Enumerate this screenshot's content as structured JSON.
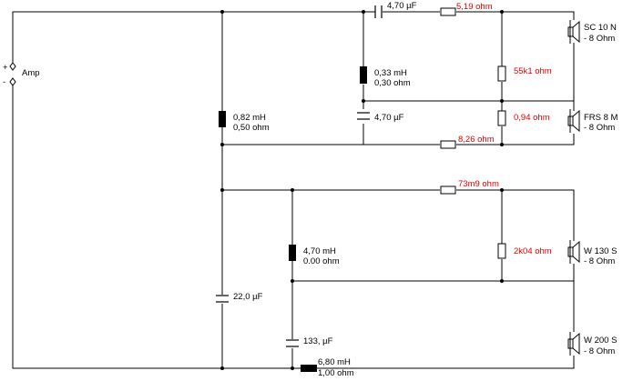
{
  "colors": {
    "wire": "#000000",
    "label": "#000000",
    "accent_value": "#e00000",
    "background": "#ffffff"
  },
  "source": {
    "name": "Amp",
    "plus": "+",
    "minus": "-"
  },
  "components": {
    "c_tweeter_series": "4,70 µF",
    "r_tweeter_series": "5,19 ohm",
    "l_tweeter_shunt": [
      "0,33 mH",
      "0,30 ohm"
    ],
    "r_tweeter_shunt": "55k1 ohm",
    "c_mid_shunt": "4,70 µF",
    "r_mid_shunt": "0,94 ohm",
    "r_mid_series": "8,26 ohm",
    "l_main": [
      "0,82 mH",
      "0,50 ohm"
    ],
    "r_woofer_series": "73m9 ohm",
    "l_woofer_shunt": [
      "4,70 mH",
      "0.00 ohm"
    ],
    "r_woofer_shunt": "2k04 ohm",
    "c_main_shunt": "22,0 µF",
    "c_bass_shunt": "133, µF",
    "l_bass_series": [
      "6,80 mH",
      "1,00 ohm"
    ]
  },
  "drivers": [
    {
      "name": "SC 10 N",
      "impedance": "- 8 Ohm"
    },
    {
      "name": "FRS 8 M",
      "impedance": "- 8 Ohm"
    },
    {
      "name": "W 130 S",
      "impedance": "- 8 Ohm"
    },
    {
      "name": "W 200 S",
      "impedance": "- 8 Ohm"
    }
  ]
}
